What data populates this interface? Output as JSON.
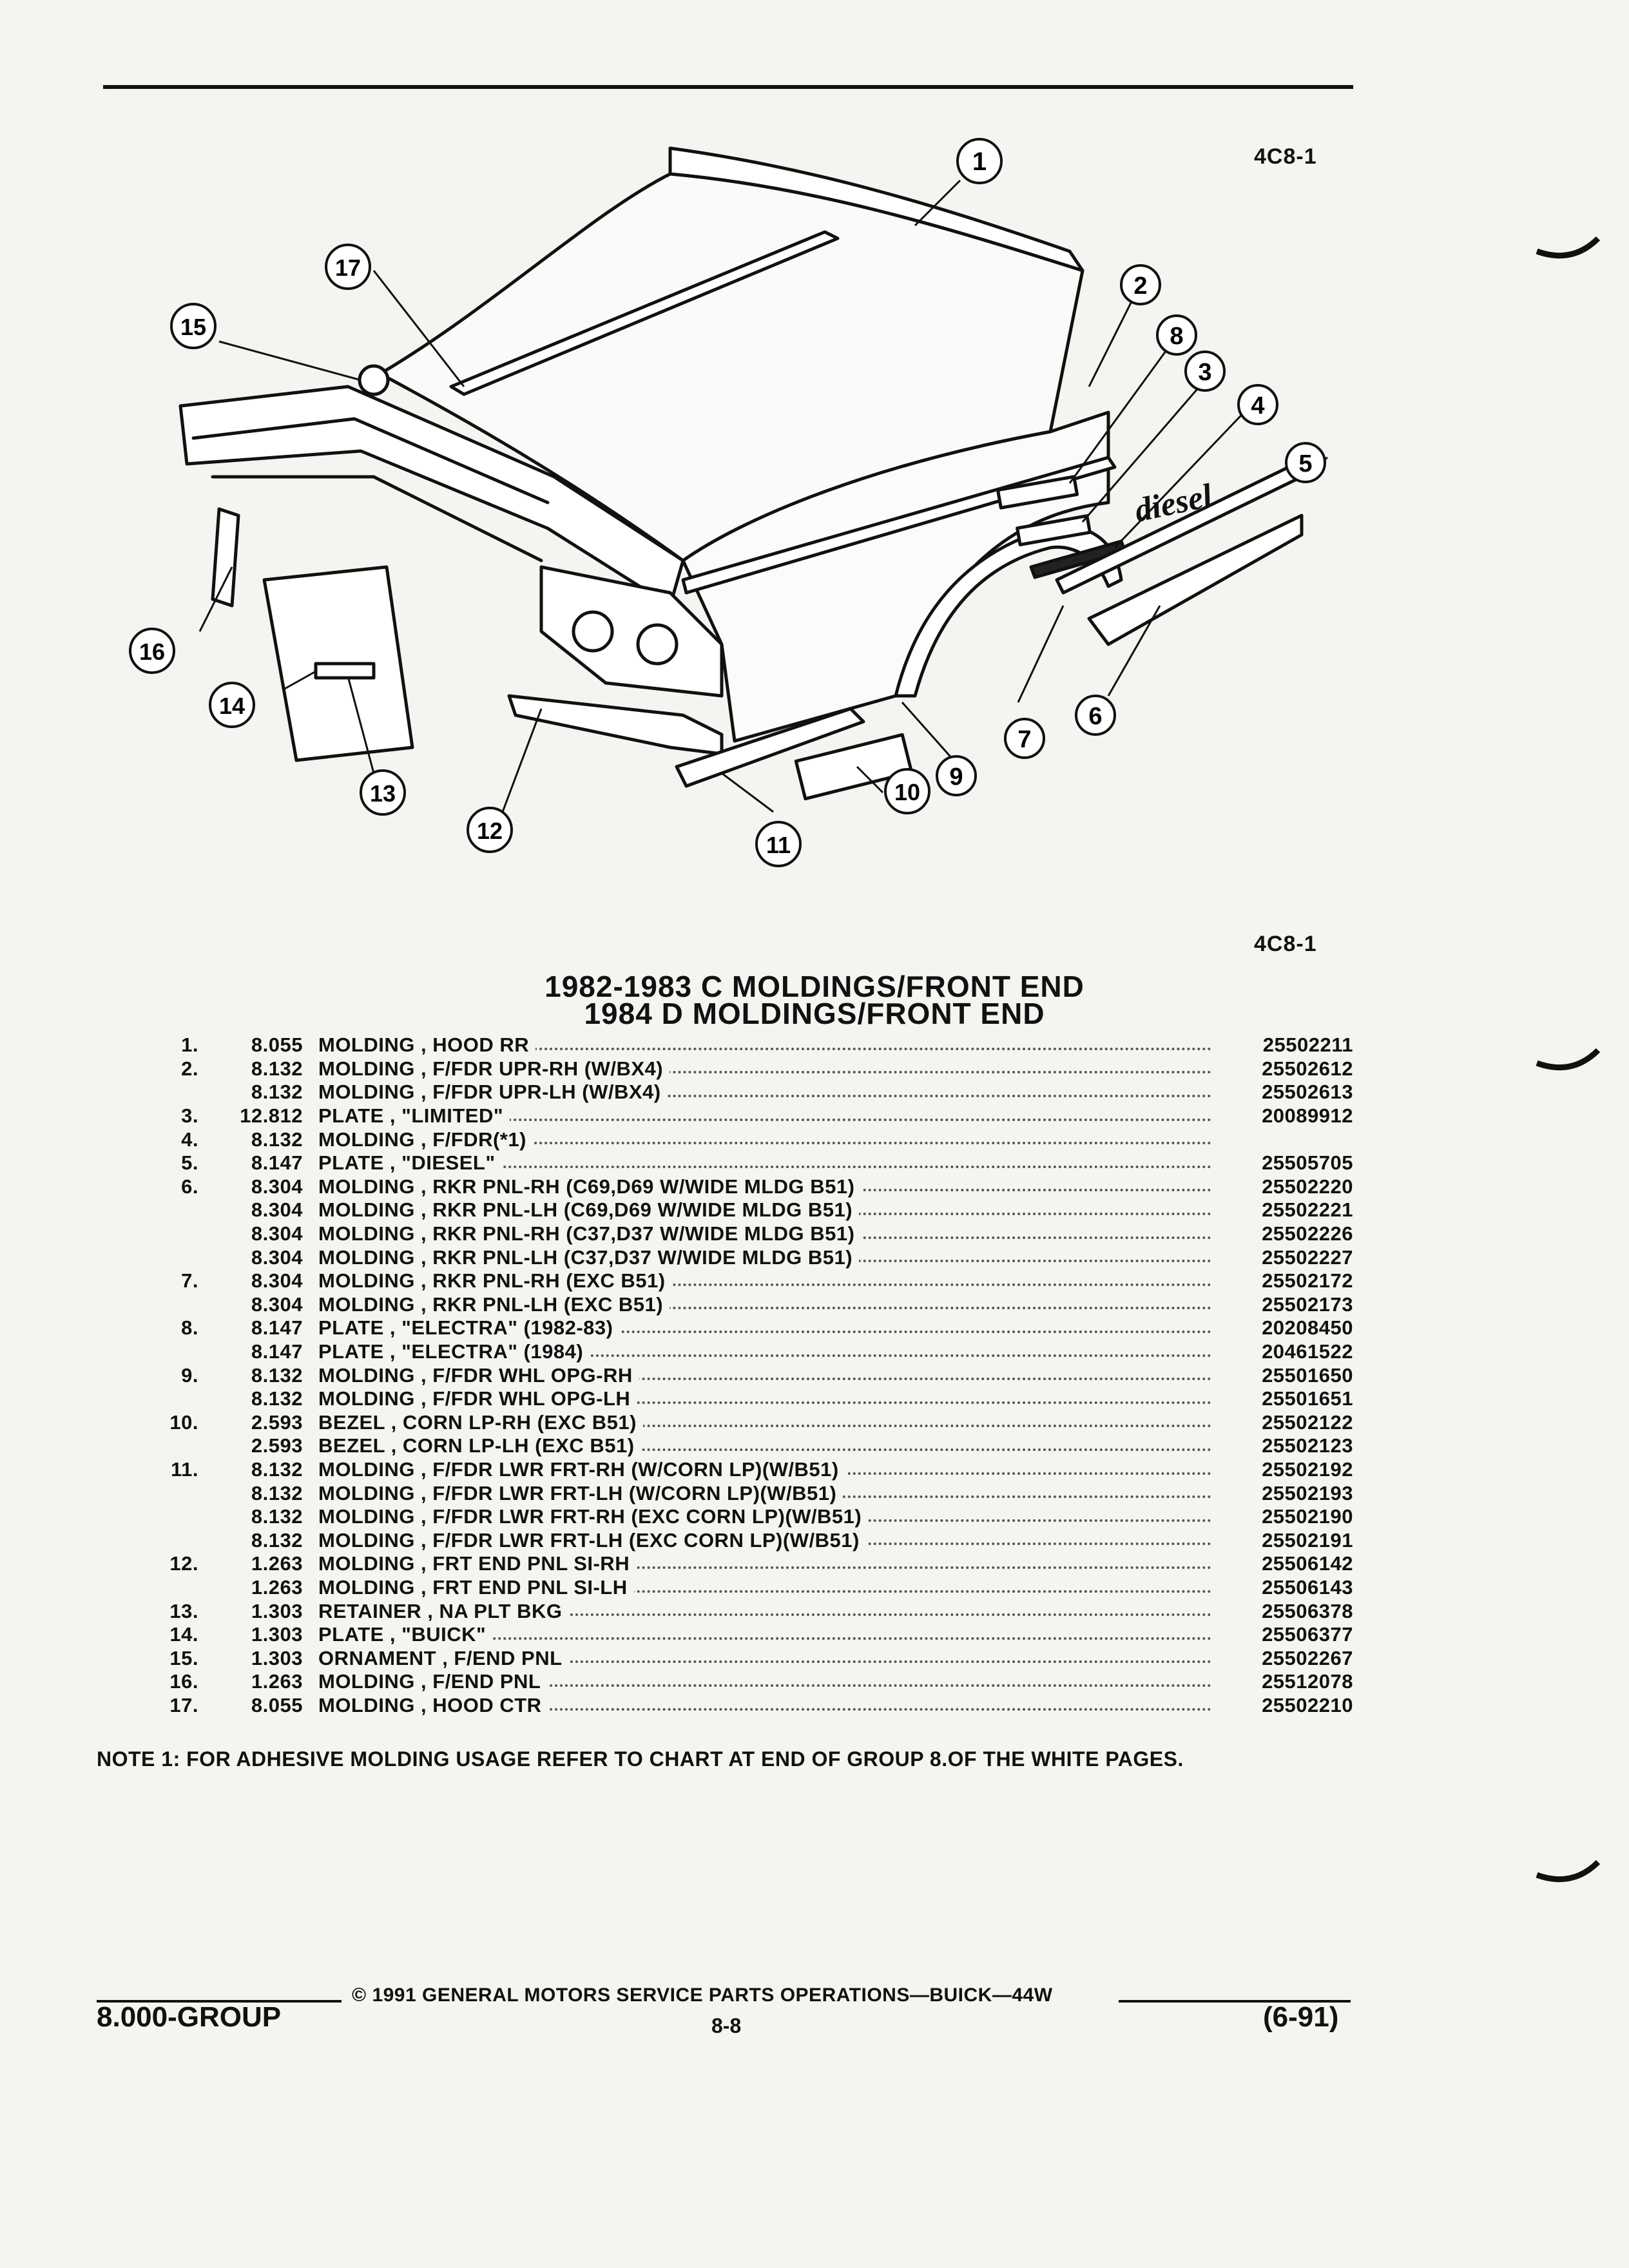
{
  "figure_id_top": "4C8-1",
  "figure_id_bottom": "4C8-1",
  "title_line1": "1982-1983 C MOLDINGS/FRONT END",
  "title_line2": "1984 D MOLDINGS/FRONT END",
  "callouts": [
    "1",
    "2",
    "3",
    "4",
    "5",
    "6",
    "7",
    "8",
    "9",
    "10",
    "11",
    "12",
    "13",
    "14",
    "15",
    "16",
    "17"
  ],
  "emblem_text": "diesel",
  "parts": [
    {
      "num": "1.",
      "grp": "8.055",
      "desc": "MOLDING , HOOD RR",
      "pn": "25502211"
    },
    {
      "num": "2.",
      "grp": "8.132",
      "desc": "MOLDING , F/FDR UPR-RH (W/BX4)",
      "pn": "25502612"
    },
    {
      "num": "",
      "grp": "8.132",
      "desc": "MOLDING , F/FDR UPR-LH (W/BX4)",
      "pn": "25502613"
    },
    {
      "num": "3.",
      "grp": "12.812",
      "desc": "PLATE , \"LIMITED\"",
      "pn": "20089912"
    },
    {
      "num": "4.",
      "grp": "8.132",
      "desc": "MOLDING , F/FDR(*1)",
      "pn": ""
    },
    {
      "num": "5.",
      "grp": "8.147",
      "desc": "PLATE , \"DIESEL\"",
      "pn": "25505705"
    },
    {
      "num": "6.",
      "grp": "8.304",
      "desc": "MOLDING , RKR PNL-RH (C69,D69 W/WIDE MLDG B51)",
      "pn": "25502220"
    },
    {
      "num": "",
      "grp": "8.304",
      "desc": "MOLDING , RKR PNL-LH (C69,D69 W/WIDE MLDG B51)",
      "pn": "25502221"
    },
    {
      "num": "",
      "grp": "8.304",
      "desc": "MOLDING , RKR PNL-RH (C37,D37 W/WIDE MLDG B51)",
      "pn": "25502226"
    },
    {
      "num": "",
      "grp": "8.304",
      "desc": "MOLDING , RKR PNL-LH (C37,D37 W/WIDE MLDG B51)",
      "pn": "25502227"
    },
    {
      "num": "7.",
      "grp": "8.304",
      "desc": "MOLDING , RKR PNL-RH (EXC B51)",
      "pn": "25502172"
    },
    {
      "num": "",
      "grp": "8.304",
      "desc": "MOLDING , RKR PNL-LH (EXC B51)",
      "pn": "25502173"
    },
    {
      "num": "8.",
      "grp": "8.147",
      "desc": "PLATE , \"ELECTRA\" (1982-83)",
      "pn": "20208450"
    },
    {
      "num": "",
      "grp": "8.147",
      "desc": "PLATE , \"ELECTRA\" (1984)",
      "pn": "20461522"
    },
    {
      "num": "9.",
      "grp": "8.132",
      "desc": "MOLDING , F/FDR WHL OPG-RH",
      "pn": "25501650"
    },
    {
      "num": "",
      "grp": "8.132",
      "desc": "MOLDING , F/FDR WHL OPG-LH",
      "pn": "25501651"
    },
    {
      "num": "10.",
      "grp": "2.593",
      "desc": "BEZEL , CORN LP-RH (EXC B51)",
      "pn": "25502122"
    },
    {
      "num": "",
      "grp": "2.593",
      "desc": "BEZEL , CORN LP-LH (EXC B51)",
      "pn": "25502123"
    },
    {
      "num": "11.",
      "grp": "8.132",
      "desc": "MOLDING , F/FDR LWR FRT-RH (W/CORN LP)(W/B51)",
      "pn": "25502192"
    },
    {
      "num": "",
      "grp": "8.132",
      "desc": "MOLDING , F/FDR LWR FRT-LH (W/CORN LP)(W/B51)",
      "pn": "25502193"
    },
    {
      "num": "",
      "grp": "8.132",
      "desc": "MOLDING , F/FDR LWR FRT-RH (EXC CORN LP)(W/B51)",
      "pn": "25502190"
    },
    {
      "num": "",
      "grp": "8.132",
      "desc": "MOLDING , F/FDR LWR FRT-LH (EXC CORN LP)(W/B51)",
      "pn": "25502191"
    },
    {
      "num": "12.",
      "grp": "1.263",
      "desc": "MOLDING , FRT END PNL SI-RH",
      "pn": "25506142"
    },
    {
      "num": "",
      "grp": "1.263",
      "desc": "MOLDING , FRT END PNL SI-LH",
      "pn": "25506143"
    },
    {
      "num": "13.",
      "grp": "1.303",
      "desc": "RETAINER , NA PLT BKG",
      "pn": "25506378"
    },
    {
      "num": "14.",
      "grp": "1.303",
      "desc": "PLATE , \"BUICK\"",
      "pn": "25506377"
    },
    {
      "num": "15.",
      "grp": "1.303",
      "desc": "ORNAMENT , F/END PNL",
      "pn": "25502267"
    },
    {
      "num": "16.",
      "grp": "1.263",
      "desc": "MOLDING , F/END PNL",
      "pn": "25512078"
    },
    {
      "num": "17.",
      "grp": "8.055",
      "desc": "MOLDING , HOOD CTR",
      "pn": "25502210"
    }
  ],
  "note": "NOTE  1:  FOR ADHESIVE MOLDING USAGE REFER TO CHART AT END OF GROUP 8.OF THE WHITE PAGES.",
  "footer": {
    "copyright": "© 1991  GENERAL MOTORS SERVICE PARTS OPERATIONS—BUICK—44W",
    "group": "8.000-GROUP",
    "page": "8-8",
    "date": "(6-91)"
  }
}
